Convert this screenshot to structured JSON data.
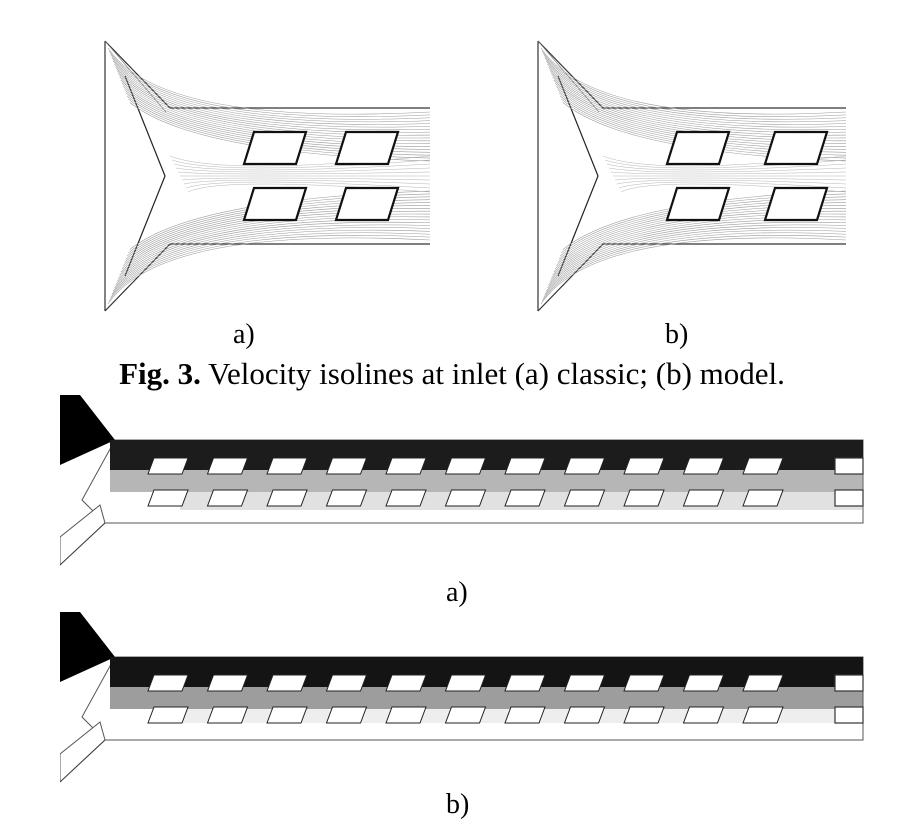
{
  "figure3": {
    "panel_a_label": "a)",
    "panel_b_label": "b)",
    "caption_prefix": "Fig. 3.",
    "caption_text": " Velocity isolines at inlet (a) classic; (b) model."
  },
  "figure4": {
    "panel_a_label": "a)",
    "panel_b_label": "b)"
  }
}
